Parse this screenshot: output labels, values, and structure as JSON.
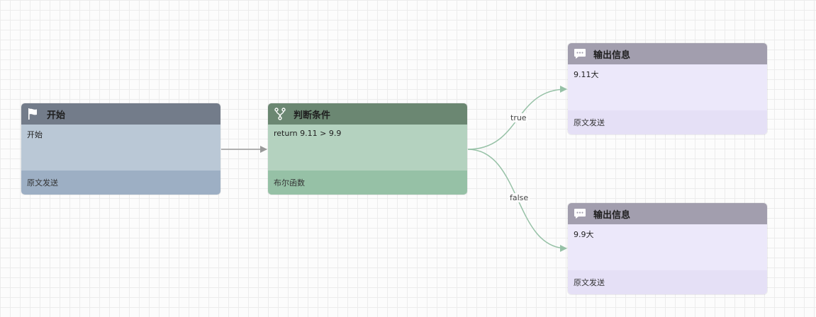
{
  "colors": {
    "edge_default": "#999999",
    "edge_branch": "#96c1a6"
  },
  "nodes": {
    "start": {
      "icon": "flag-icon",
      "title": "开始",
      "content": "开始",
      "footer": "原文发送"
    },
    "condition": {
      "icon": "branch-icon",
      "title": "判断条件",
      "content": "return 9.11 > 9.9",
      "footer": "布尔函数"
    },
    "output_true": {
      "icon": "chat-icon",
      "title": "输出信息",
      "content": "9.11大",
      "footer": "原文发送"
    },
    "output_false": {
      "icon": "chat-icon",
      "title": "输出信息",
      "content": "9.9大",
      "footer": "原文发送"
    }
  },
  "edges": {
    "true_label": "true",
    "false_label": "false"
  }
}
